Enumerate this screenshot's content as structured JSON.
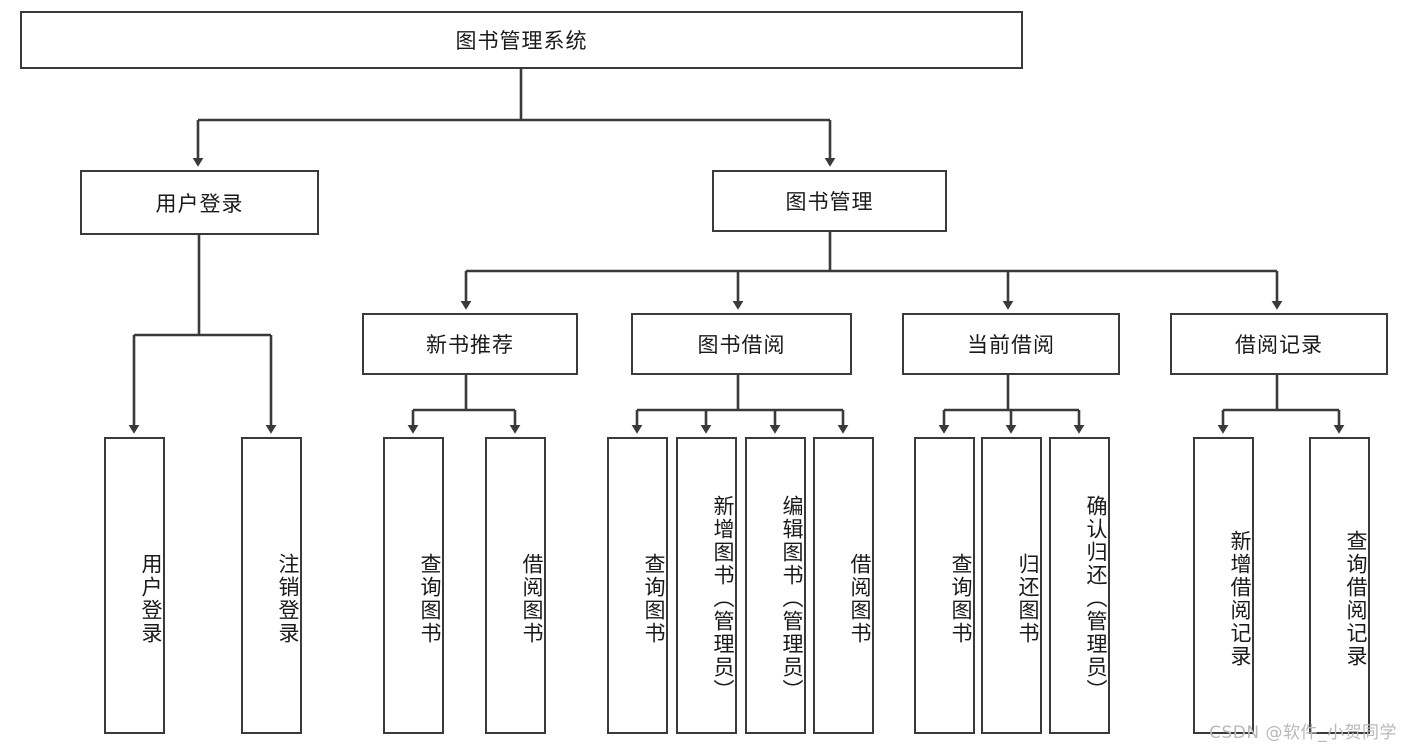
{
  "diagram": {
    "type": "tree-hierarchy-chart",
    "title_node": {
      "label": "图书管理系统"
    },
    "level2": [
      {
        "id": "user-login",
        "label": "用户登录"
      },
      {
        "id": "book-management",
        "label": "图书管理"
      }
    ],
    "level3": [
      {
        "id": "new-book-recommend",
        "label": "新书推荐",
        "parent": "book-management"
      },
      {
        "id": "book-borrow",
        "label": "图书借阅",
        "parent": "book-management"
      },
      {
        "id": "current-borrow",
        "label": "当前借阅",
        "parent": "book-management"
      },
      {
        "id": "borrow-record",
        "label": "借阅记录",
        "parent": "book-management"
      }
    ],
    "leaves": [
      {
        "id": "leaf-user-login",
        "label": "用户登录",
        "parent": "user-login"
      },
      {
        "id": "leaf-logout-login",
        "label": "注销登录",
        "parent": "user-login"
      },
      {
        "id": "leaf-query-book-1",
        "label": "查询图书",
        "parent": "new-book-recommend"
      },
      {
        "id": "leaf-borrow-book-1",
        "label": "借阅图书",
        "parent": "new-book-recommend"
      },
      {
        "id": "leaf-query-book-2",
        "label": "查询图书",
        "parent": "book-borrow"
      },
      {
        "id": "leaf-add-book",
        "label": "新增图书（管理员）",
        "parent": "book-borrow"
      },
      {
        "id": "leaf-edit-book",
        "label": "编辑图书（管理员）",
        "parent": "book-borrow"
      },
      {
        "id": "leaf-borrow-book-2",
        "label": "借阅图书",
        "parent": "book-borrow"
      },
      {
        "id": "leaf-query-book-3",
        "label": "查询图书",
        "parent": "current-borrow"
      },
      {
        "id": "leaf-return-book",
        "label": "归还图书",
        "parent": "current-borrow"
      },
      {
        "id": "leaf-confirm-return",
        "label": "确认归还（管理员）",
        "parent": "current-borrow"
      },
      {
        "id": "leaf-add-record",
        "label": "新增借阅记录",
        "parent": "borrow-record"
      },
      {
        "id": "leaf-query-record",
        "label": "查询借阅记录",
        "parent": "borrow-record"
      }
    ],
    "watermark": "CSDN @软件_小贺同学",
    "colors": {
      "stroke": "#3a3a3a",
      "text": "#1a1a1a",
      "background": "#ffffff",
      "watermark": "#b9b9b9"
    }
  }
}
